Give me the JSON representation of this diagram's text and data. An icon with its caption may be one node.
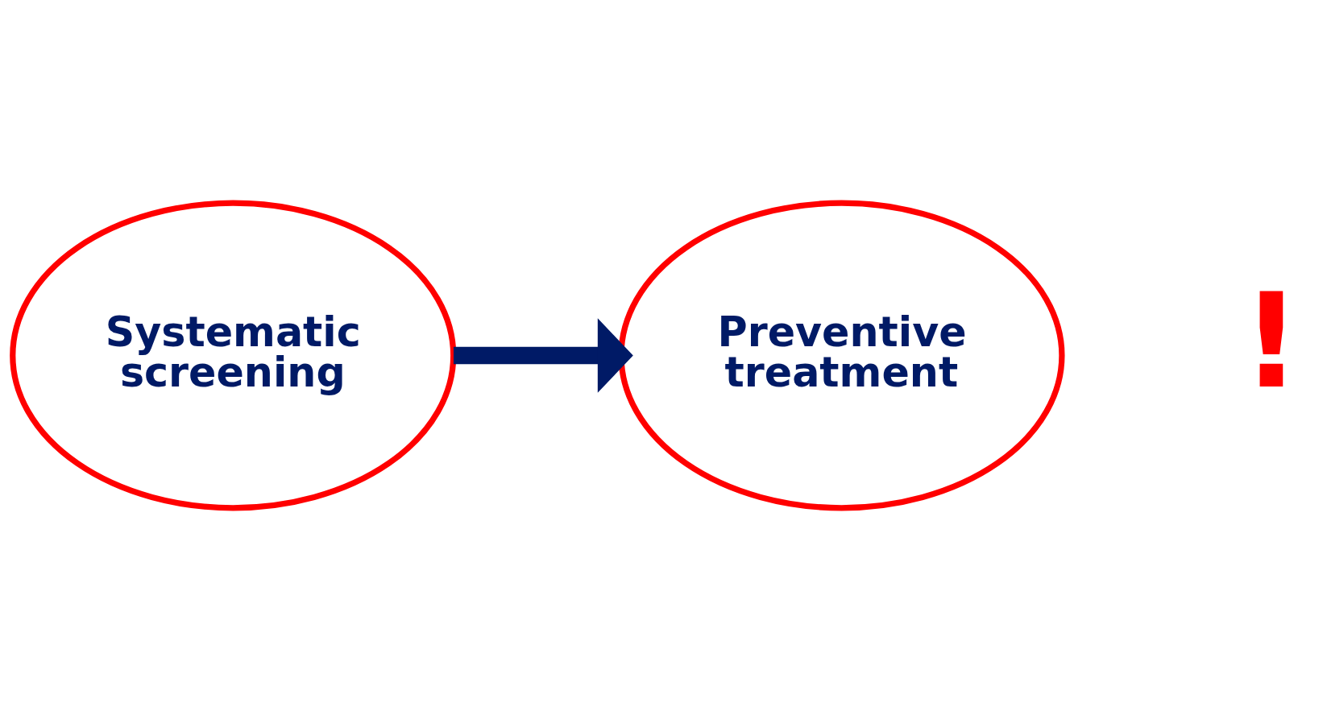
{
  "diagram": {
    "nodes": [
      {
        "text": [
          "Systematic screening"
        ]
      },
      {
        "text": [
          "Preventive treatment"
        ]
      }
    ],
    "edges": [
      {
        "from": 0,
        "to": 1,
        "arrow": "to"
      }
    ],
    "labels": [
      "!"
    ]
  }
}
